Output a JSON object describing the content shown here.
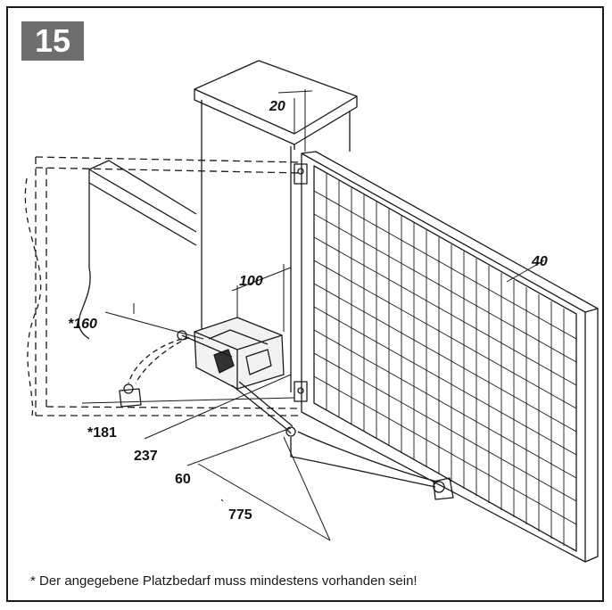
{
  "figure_number": "15",
  "dimensions": {
    "post_width": "20",
    "frame_width": "40",
    "motor_height": "100",
    "min_clearance": "*160",
    "min_offset": "*181",
    "offset_a": "237",
    "offset_b": "60",
    "arm_length": "775"
  },
  "footnote": "* Der angegebene Platzbedarf muss mindestens vorhanden sein!",
  "colors": {
    "badge": "#6e6e6e",
    "line": "#1a1a1a"
  }
}
